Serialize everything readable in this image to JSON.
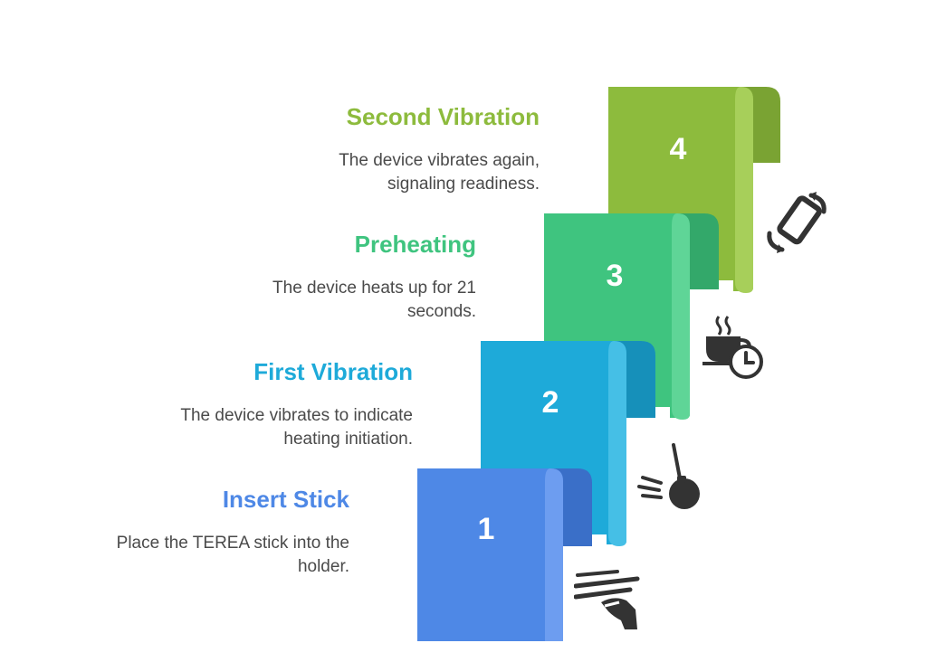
{
  "steps": [
    {
      "number": "1",
      "title": "Insert Stick",
      "description": "Place the TEREA stick into the holder.",
      "color": "#4e88e6",
      "icon": "hand-inserting-stick-icon"
    },
    {
      "number": "2",
      "title": "First Vibration",
      "description": "The device vibrates to indicate heating initiation.",
      "color": "#1eaad9",
      "icon": "wrecking-ball-vibration-icon"
    },
    {
      "number": "3",
      "title": "Preheating",
      "description": "The device heats up for 21 seconds.",
      "color": "#3fc47f",
      "icon": "hot-cup-timer-icon"
    },
    {
      "number": "4",
      "title": "Second Vibration",
      "description": "The device vibrates again, signaling readiness.",
      "color": "#8dbb3d",
      "icon": "phone-rotate-vibration-icon"
    }
  ]
}
